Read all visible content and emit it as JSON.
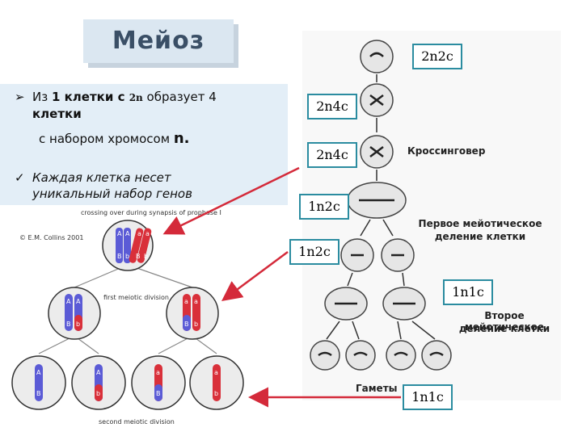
{
  "title": "Мейоз",
  "bullets": [
    {
      "marker": "➢",
      "p1": "Из ",
      "b1": "1 клетки с ",
      "b2": "2n",
      "p2": " образует ",
      "b3": "4",
      "line2": "клетки",
      "line3": "с набором хромосом ",
      "line3_bold": "n."
    },
    {
      "marker": "✓",
      "text_line1": "Каждая клетка несет",
      "text_line2": "уникальный набор генов"
    }
  ],
  "left_diagram": {
    "top_caption": "crossing over during synapsis of prophase I",
    "credit": "© E.M. Collins 2001",
    "mid_caption": "first meiotic division",
    "bottom_caption": "second meiotic division",
    "allele_A": "A",
    "allele_a": "a",
    "allele_B": "B",
    "allele_b": "b",
    "colors": {
      "blue": "#5b5bd6",
      "red": "#d9303a"
    }
  },
  "right_diagram": {
    "crossing": "Кроссинговер",
    "first_div_1": "Первое мейотическое",
    "first_div_2": "деление клетки",
    "second_div_1": "Второе мейотическое",
    "second_div_2": "деление клетки",
    "gametes": "Гаметы"
  },
  "labels": {
    "l_2n2c": "2n2c",
    "l_2n4c_a": "2n4c",
    "l_2n4c_b": "2n4c",
    "l_1n2c_a": "1n2c",
    "l_1n2c_b": "1n2c",
    "l_1n1c_a": "1n1c",
    "l_1n1c_b": "1n1c"
  },
  "accent": {
    "arrow": "#d42a3a",
    "border": "#2b8ca0"
  }
}
